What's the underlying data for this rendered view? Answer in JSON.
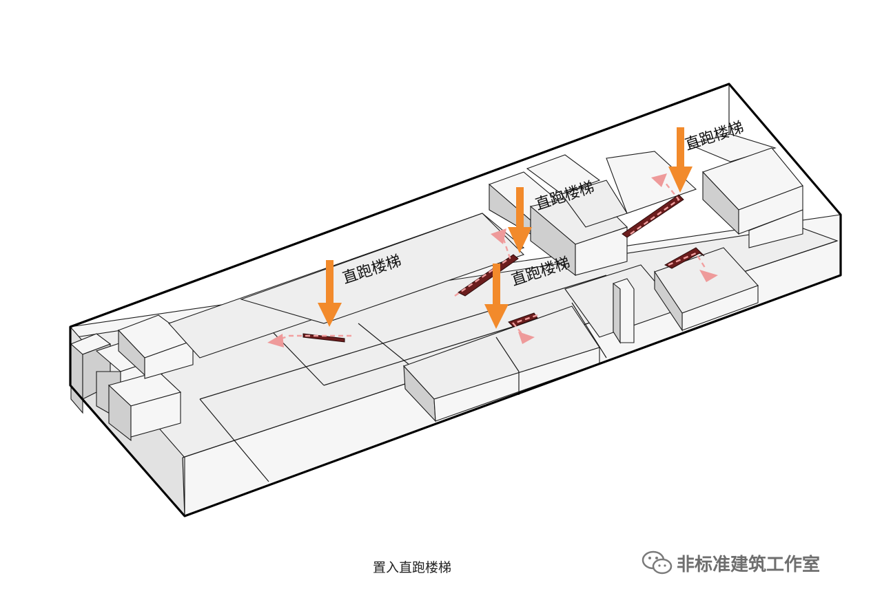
{
  "labels": {
    "stair_1": "直跑楼梯",
    "stair_2": "直跑楼梯",
    "stair_3": "直跑楼梯",
    "stair_4": "直跑楼梯"
  },
  "caption": "置入直跑楼梯",
  "watermark": "非标准建筑工作室",
  "icons": {
    "watermark": "wechat-icon",
    "entry": "orange-down-arrow-icon",
    "circulation": "dashed-pink-arrow-icon"
  },
  "colors": {
    "entry_arrow": "#f28a2b",
    "circulation_path": "#f2a0a0",
    "stair": "#6b1d1d",
    "mass": "#eeeeee"
  }
}
